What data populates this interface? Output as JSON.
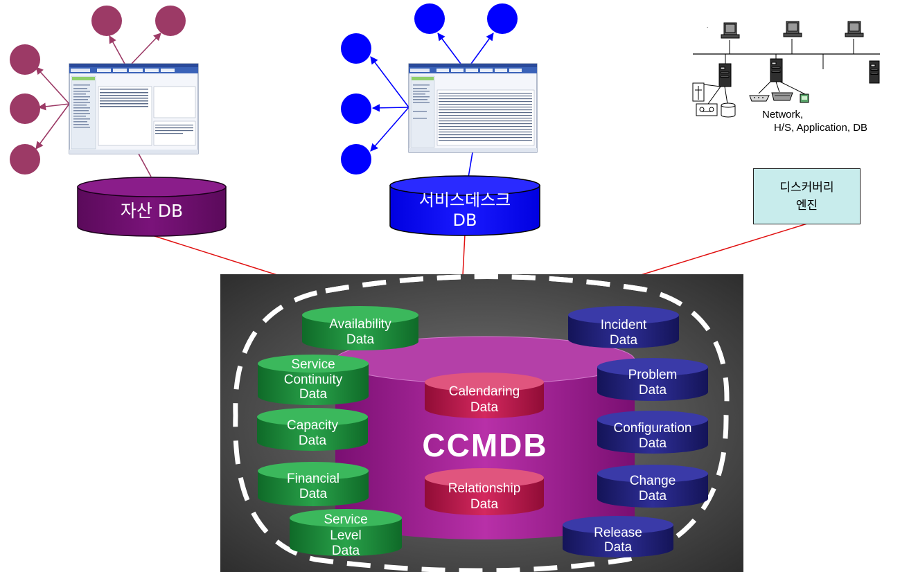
{
  "asset_db": {
    "label": "자산 DB",
    "color": "#6b0a6b",
    "node_color": "#9c3a66"
  },
  "servicedesk_db": {
    "label_line1": "서비스데스크",
    "label_line2": "DB",
    "color": "#0000ff"
  },
  "network": {
    "label_line1": "Network,",
    "label_line2": "H/S, Application, DB"
  },
  "discovery_engine": {
    "label_line1": "디스커버리",
    "label_line2": "엔진",
    "color": "#c8ecec"
  },
  "ccmdb": {
    "title": "CCMDB",
    "center_items": [
      {
        "line1": "Calendaring",
        "line2": "Data"
      },
      {
        "line1": "Relationship",
        "line2": "Data"
      }
    ],
    "left_items": [
      {
        "line1": "Availability",
        "line2": "Data",
        "line3": ""
      },
      {
        "line1": "Service",
        "line2": "Continuity",
        "line3": "Data"
      },
      {
        "line1": "Capacity",
        "line2": "Data",
        "line3": ""
      },
      {
        "line1": "Financial",
        "line2": "Data",
        "line3": ""
      },
      {
        "line1": "Service",
        "line2": "Level",
        "line3": "Data"
      }
    ],
    "right_items": [
      {
        "line1": "Incident",
        "line2": "Data"
      },
      {
        "line1": "Problem",
        "line2": "Data"
      },
      {
        "line1": "Configuration",
        "line2": "Data"
      },
      {
        "line1": "Change",
        "line2": "Data"
      },
      {
        "line1": "Release",
        "line2": "Data"
      }
    ],
    "colors": {
      "green": "#1f8a3a",
      "navy": "#23237a",
      "magenta": "#a8249a",
      "red": "#c0184a",
      "bg": "#5a5a5a"
    }
  }
}
